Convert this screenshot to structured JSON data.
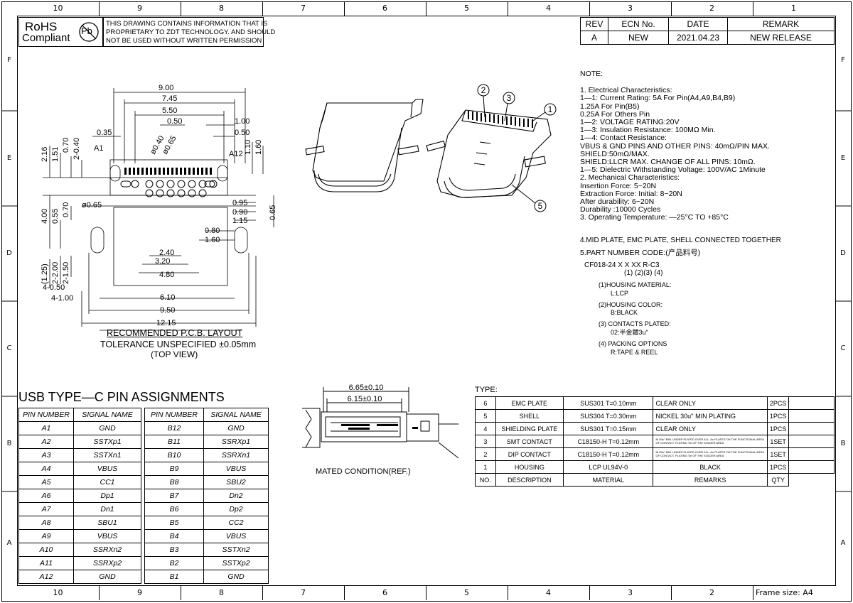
{
  "frame": {
    "zones_top": [
      "10",
      "9",
      "8",
      "7",
      "6",
      "5",
      "4",
      "3",
      "2",
      "1"
    ],
    "zones_bottom": [
      "10",
      "9",
      "8",
      "7",
      "6",
      "5",
      "4",
      "3",
      "2"
    ],
    "zones_rows": [
      "F",
      "E",
      "D",
      "C",
      "B",
      "A"
    ],
    "frame_size_label": "Frame size: A4"
  },
  "header": {
    "rohs_line1": "RoHS",
    "rohs_line2": "Compliant",
    "pb_symbol": "Pb",
    "warning_lines": [
      "THIS DRAWING CONTAINS INFORMATION THAT IS",
      "PROPRIETARY TO  ZDT TECHNOLOGY. AND SHOULD",
      "NOT BE USED WITHOUT WRITTEN PERMISSION"
    ]
  },
  "revision": {
    "headers": [
      "REV",
      "ECN No.",
      "DATE",
      "REMARK"
    ],
    "row": [
      "A",
      "NEW",
      "2021.04.23",
      "NEW RELEASE"
    ]
  },
  "pcb_layout": {
    "dims": [
      "9.00",
      "7.45",
      "5.50",
      "0.50",
      "1.00",
      "0.50",
      "0.35",
      "A1",
      "ø0.40",
      "ø0.65",
      "A12",
      "2.16",
      "1.51",
      "0.70",
      "2-0.40",
      "1.60",
      "1.10",
      "4.00",
      "0.55",
      "0.70",
      "ø0.65",
      "0.95",
      "0.90",
      "1.15",
      "0.65",
      "0.80",
      "1.60",
      "2.40",
      "3.20",
      "4.80",
      "(1.25)",
      "2-2.00",
      "2-1.50",
      "4-0.50",
      "4-1.00",
      "6.10",
      "9.50",
      "12.15"
    ],
    "title": "RECOMMENDED   P.C.B.  LAYOUT",
    "tolerance": "TOLERANCE  UNSPECIFIED  ±0.05mm",
    "view": "(TOP VIEW)"
  },
  "callouts": [
    "2",
    "3",
    "1",
    "5"
  ],
  "notes": {
    "heading": "NOTE:",
    "lines": [
      "1. Electrical Characteristics:",
      "      1—1: Current Rating: 5A For Pin(A4,A9,B4,B9)",
      "                                       1.25A For Pin(B5)",
      "                                       0.25A For Others Pin",
      "      1—2: VOLTAGE RATING:20V",
      "      1—3: Insulation Resistance: 100MΩ Min.",
      "      1—4: Contact Resistance:",
      "                 VBUS & GND PINS AND OTHER PINS: 40mΩ/PIN MAX.",
      "                 SHIELD:50mΩ/MAX.",
      "                 SHIELD:LLCR MAX. CHANGE OF ALL PINS: 10mΩ.",
      "      1—5: Dielectric Withstanding Voltage: 100V/AC 1Minute",
      "2. Mechanical Characteristics:",
      "                 Insertion Force: 5~20N",
      "                 Extraction Force: Initial: 8~20N",
      "                 After durability: 6~20N",
      "                 Durability :10000 Cycles",
      "3. Operating Temperature: —25°C TO +85°C"
    ],
    "note4": "4.MID PLATE, EMC PLATE, SHELL CONNECTED TOGETHER",
    "note5": "5.PART NUMBER CODE:(产品料号)",
    "part_code": "CF018-24  X   X XX R-C3",
    "part_code_idx": "(1) (2)(3) (4)",
    "options": [
      "(1)HOUSING MATERIAL:",
      "L:LCP",
      "(2)HOUSING COLOR:",
      "B:BLACK",
      "(3) CONTACTS PLATED:",
      "02:半金鍍3u\"",
      "(4) PACKING OPTIONS",
      "R:TAPE & REEL"
    ]
  },
  "pin_assignments": {
    "title": "USB TYPE—C PIN ASSIGNMENTS",
    "headers": [
      "PIN NUMBER",
      "SIGNAL NAME"
    ],
    "left": [
      [
        "A1",
        "GND"
      ],
      [
        "A2",
        "SSTXp1"
      ],
      [
        "A3",
        "SSTXn1"
      ],
      [
        "A4",
        "VBUS"
      ],
      [
        "A5",
        "CC1"
      ],
      [
        "A6",
        "Dp1"
      ],
      [
        "A7",
        "Dn1"
      ],
      [
        "A8",
        "SBU1"
      ],
      [
        "A9",
        "VBUS"
      ],
      [
        "A10",
        "SSRXn2"
      ],
      [
        "A11",
        "SSRXp2"
      ],
      [
        "A12",
        "GND"
      ]
    ],
    "right": [
      [
        "B12",
        "GND"
      ],
      [
        "B11",
        "SSRXp1"
      ],
      [
        "B10",
        "SSRXn1"
      ],
      [
        "B9",
        "VBUS"
      ],
      [
        "B8",
        "SBU2"
      ],
      [
        "B7",
        "Dn2"
      ],
      [
        "B6",
        "Dp2"
      ],
      [
        "B5",
        "CC2"
      ],
      [
        "B4",
        "VBUS"
      ],
      [
        "B3",
        "SSTXn2"
      ],
      [
        "B2",
        "SSTXp2"
      ],
      [
        "B1",
        "GND"
      ]
    ]
  },
  "mated": {
    "dim1": "6.65±0.10",
    "dim2": "6.15±0.10",
    "label": "MATED CONDITION(REF.)"
  },
  "bom": {
    "title": "TYPE:",
    "rows": [
      [
        "6",
        "EMC PLATE",
        "SUS301  T=0.10mm",
        "CLEAR  ONLY",
        "2PCS"
      ],
      [
        "5",
        "SHELL",
        "SUS304  T=0.30mm",
        "NICKEL  30u'' MIN PLATING",
        "1PCS"
      ],
      [
        "4",
        "SHIELDING PLATE",
        "SUS301  T=0.15mm",
        "CLEAR  ONLY",
        "1PCS"
      ],
      [
        "3",
        "SMT CONTACT",
        "C18150-H  T=0.12mm",
        "Ni 50u\" MIN. UNDER PLATED OVER ALL. Au PLATED ON THE FUNCTIONAL AREA OF CONTACT. PLATING Tin OF THE SOLDER AREA",
        "1SET"
      ],
      [
        "2",
        "DIP CONTACT",
        "C18150-H  T=0.12mm",
        "Ni 50u\" MIN. UNDER PLATED OVER ALL. Au PLATED ON THE FUNCTIONAL AREA OF CONTACT. PLATING Tin OF THE SOLDER AREA",
        "1SET"
      ],
      [
        "1",
        "HOUSING",
        "LCP  UL94V-0",
        "BLACK",
        "1PCS"
      ]
    ],
    "footer": [
      "NO.",
      "DESCRIPTION",
      "MATERIAL",
      "REMARKS",
      "QTY"
    ]
  }
}
